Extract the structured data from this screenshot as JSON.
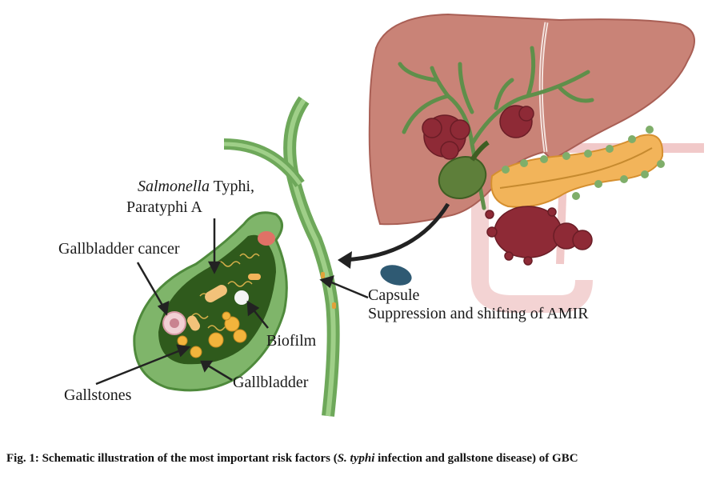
{
  "labels": {
    "salmonella_italic": "Salmonella",
    "salmonella_rest": " Typhi,",
    "paratyphi": "Paratyphi A",
    "gallbladder_cancer": "Gallbladder cancer",
    "biofilm": "Biofilm",
    "gallbladder": "Gallbladder",
    "gallstones": "Gallstones",
    "capsule": "Capsule",
    "amir": "Suppression and shifting of AMIR"
  },
  "caption": {
    "prefix": "Fig. 1: Schematic illustration of the most important risk factors (",
    "italic": "S. typhi",
    "suffix": " infection and gallstone disease) of GBC"
  },
  "colors": {
    "liver": "#c98377",
    "liver_dark": "#a95f55",
    "duct_green": "#5f8f4a",
    "gallbladder_green": "#7fb56a",
    "gallbladder_inner": "#2f5a1c",
    "pancreas": "#f2b45a",
    "tumor": "#8e2a36",
    "capsule": "#2f5a73"
  }
}
